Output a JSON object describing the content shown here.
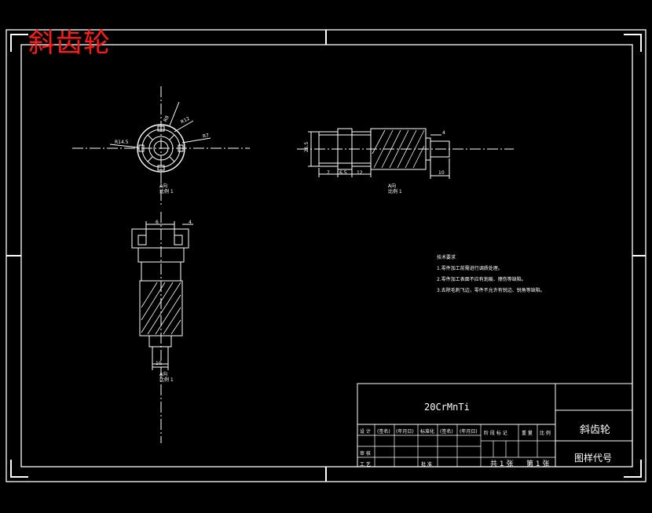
{
  "watermark": "斜齿轮",
  "views": {
    "left": {
      "dims": [
        "R14.5",
        "R12",
        "R8",
        "R7"
      ],
      "note": [
        "A向",
        "比例 1"
      ]
    },
    "front": {
      "dims": [
        "26.5",
        "4",
        "7",
        "6.5",
        "12",
        "10"
      ],
      "note": [
        "A向",
        "比例 1"
      ]
    },
    "top": {
      "dims": [
        "6",
        "4",
        "10"
      ],
      "note": [
        "A向",
        "比例 1"
      ]
    }
  },
  "technical_requirements": {
    "title": "技术要求",
    "items": [
      "1.零件加工前需进行调质处理。",
      "2.零件加工表面不应有划痕、擦伤等缺陷。",
      "3.去除毛刺飞边，零件不允许有锐边、锐角等缺陷。"
    ]
  },
  "title_block": {
    "material": "20CrMnTi",
    "part_name": "斜齿轮",
    "drawing_number": "图样代号",
    "row_labels": [
      "设 计",
      "审 核",
      "工 艺"
    ],
    "col_labels": [
      "(签名)",
      "(年月日)",
      "标准化",
      "(签名)",
      "(年月日)"
    ],
    "approve_label": "批 准",
    "stage_labels": [
      "阶 段 标 记",
      "重 量",
      "比 例"
    ],
    "sheets": "共 1 张",
    "sheet_no": "第 1 张"
  },
  "colors": {
    "background": "#000000",
    "lines": "#ffffff",
    "watermark": "#ff1a1a"
  }
}
